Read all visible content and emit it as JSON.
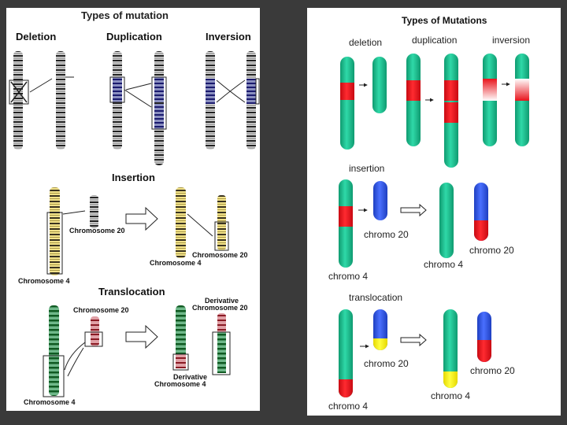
{
  "left": {
    "title": "Types of mutation",
    "deletion": "Deletion",
    "duplication": "Duplication",
    "inversion": "Inversion",
    "insertion": "Insertion",
    "ins_chromosome_20": "Chromosome 20",
    "ins_chromosome_20b": "Chromosome 20",
    "ins_chromosome_4": "Chromosome 4",
    "ins_chromosome_4b": "Chromosome 4",
    "translocation": "Translocation",
    "tr_chromosome_20": "Chromosome 20",
    "tr_derivative_20_line1": "Derivative",
    "tr_derivative_20_line2": "Chromosome 20",
    "tr_derivative_4_line1": "Derivative",
    "tr_derivative_4_line2": "Chromosome 4",
    "tr_chromosome_4": "Chromosome 4"
  },
  "right": {
    "title": "Types of Mutations",
    "deletion": "deletion",
    "duplication": "duplication",
    "inversion": "inversion",
    "insertion": "insertion",
    "ins_chromo20_a": "chromo 20",
    "ins_chromo20_b": "chromo 20",
    "ins_chromo4_a": "chromo 4",
    "ins_chromo4_b": "chromo 4",
    "translocation": "translocation",
    "tr_chromo20_a": "chromo 20",
    "tr_chromo20_b": "chromo 20",
    "tr_chromo4_a": "chromo 4",
    "tr_chromo4_b": "chromo 4"
  },
  "colors": {
    "background": "#3a3a3a",
    "teal": "#1fbf8f",
    "red": "#e8141c",
    "blue": "#2f55e6",
    "yellow": "#ffee00",
    "band_dark": "#222222",
    "band_gray": "#9a9a9a",
    "band_navy": "#1a1a6e",
    "band_yellow": "#e8d060",
    "band_green": "#0f6a2a",
    "band_red": "#a0202a"
  }
}
